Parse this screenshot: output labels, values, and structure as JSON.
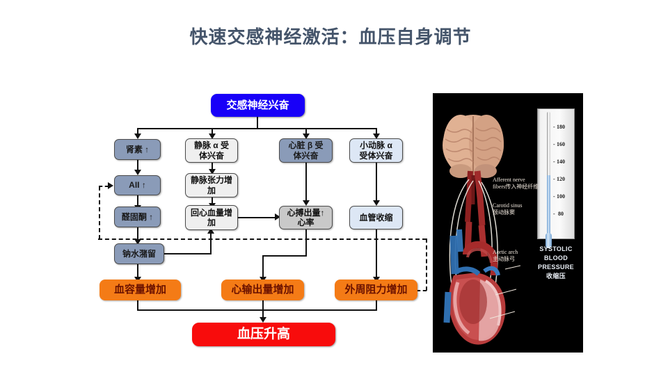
{
  "slide": {
    "title": "快速交感神经激活：血压自身调节",
    "title_color": "#44546a",
    "background": "#ffffff"
  },
  "diagram": {
    "colors": {
      "trigger_blue": "#1800f8",
      "slate_blue": "#8a9bb8",
      "pale_gray": "#efefef",
      "mid_gray": "#c9c9c9",
      "ice_blue": "#dde7f5",
      "orange": "#f47b16",
      "orange_text": "#6b1200",
      "red": "#f80c0c",
      "connector": "#111111"
    },
    "trigger": {
      "label": "交感神经兴奋"
    },
    "branches": [
      {
        "id": "renin",
        "nodes": [
          {
            "label": "肾素 ↑",
            "style": "slate"
          },
          {
            "label": "AII ↑",
            "style": "slate"
          },
          {
            "label": "醛固酮 ↑",
            "style": "slate"
          },
          {
            "label": "钠水潴留",
            "style": "slate"
          }
        ]
      },
      {
        "id": "vein-alpha",
        "nodes": [
          {
            "label": "静脉 α 受\n体兴奋",
            "style": "pale"
          },
          {
            "label": "静脉张力增\n加",
            "style": "pale"
          },
          {
            "label": "回心血量增\n加",
            "style": "pale"
          }
        ]
      },
      {
        "id": "heart-beta",
        "nodes": [
          {
            "label": "心脏 β 受\n体兴奋",
            "style": "slate"
          },
          {
            "label": "心搏出量↑\n心率",
            "style": "gray"
          }
        ]
      },
      {
        "id": "arteriole-alpha",
        "nodes": [
          {
            "label": "小动脉 α\n受体兴奋",
            "style": "iceblue"
          },
          {
            "label": "血管收缩",
            "style": "iceblue"
          }
        ]
      }
    ],
    "outcomes": [
      {
        "label": "血容量增加"
      },
      {
        "label": "心输出量增加"
      },
      {
        "label": "外周阻力增加"
      }
    ],
    "result": {
      "label": "血压升高"
    }
  },
  "photo": {
    "caption_afferent": "Afferent nerve\nfibers传入神经纤维",
    "caption_carotid": "Carotid sinus\n颈动脉窦",
    "caption_aortic": "Aortic arch\n主动脉弓",
    "gauge_title": "SYSTOLIC\nBLOOD\nPRESSURE\n收缩压",
    "gauge_ticks": [
      "180",
      "160",
      "140",
      "120",
      "100",
      "80"
    ],
    "gauge_reading": "120"
  }
}
